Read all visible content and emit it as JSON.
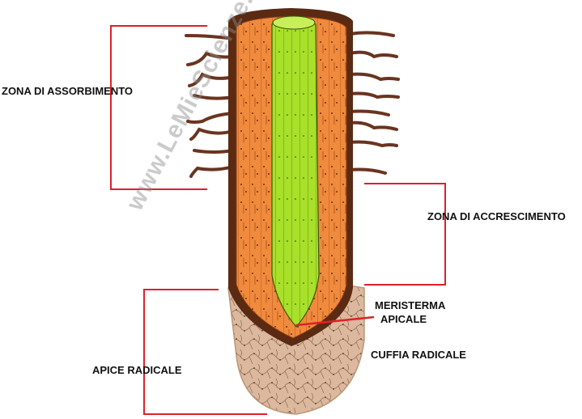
{
  "labels": {
    "zona_assorbimento": "ZONA DI ASSORBIMENTO",
    "zona_accrescimento": "ZONA DI ACCRESCIMENTO",
    "meristema_line1": "MERISTERMA",
    "meristema_line2": "APICALE",
    "cuffia": "CUFFIA RADICALE",
    "apice": "APICE RADICALE"
  },
  "watermark": "www.LeMieScienze.net",
  "colors": {
    "epidermis": "#5a2a12",
    "cortex": "#f08a3c",
    "stele": "#a8e02a",
    "root_cap": "#dcb89e",
    "root_hairs": "#6a3420",
    "bracket": "#e0202a"
  }
}
